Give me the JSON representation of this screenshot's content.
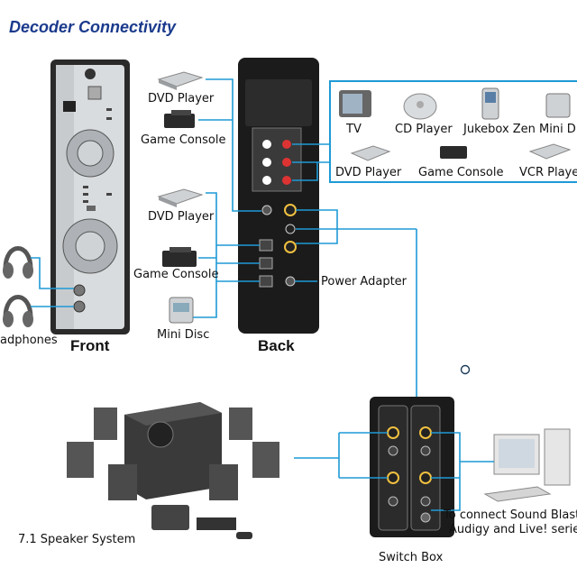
{
  "title": "Decoder Connectivity",
  "unit_labels": {
    "front": "Front",
    "back": "Back",
    "switch_box": "Switch Box"
  },
  "devices": {
    "dvd_player_1": "DVD Player",
    "game_console_1": "Game Console",
    "dvd_player_2": "DVD Player",
    "game_console_2": "Game Console",
    "mini_disc": "Mini Disc",
    "power_adapter": "Power Adapter",
    "headphones": "adphones",
    "speaker_system": "7.1 Speaker System",
    "computer_line1": "To connect Sound Blast",
    "computer_line2": "Audigy and Live! serie"
  },
  "source_box": {
    "items": [
      "TV",
      "CD Player",
      "Jukebox Zen",
      "Mini Di",
      "DVD Player",
      "Game Console",
      "VCR Playe"
    ]
  },
  "colors": {
    "title": "#1a3a8c",
    "connector": "#1e9ad6",
    "device_dark": "#1b1b1b"
  }
}
